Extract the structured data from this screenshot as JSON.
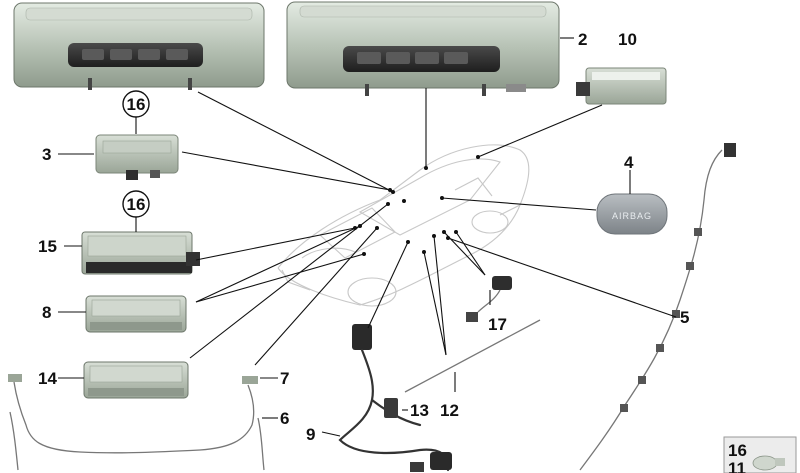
{
  "callouts": {
    "n1": "16",
    "n2": "16",
    "n3": "2",
    "n4": "10",
    "n5": "3",
    "n6": "4",
    "n7": "15",
    "n8": "8",
    "n9": "5",
    "n10": "17",
    "n11": "14",
    "n12": "7",
    "n13": "6",
    "n14": "9",
    "n15": "13",
    "n16": "12",
    "n17": "16",
    "n18": "11"
  },
  "thumbnail_badge": "AIRBAG"
}
